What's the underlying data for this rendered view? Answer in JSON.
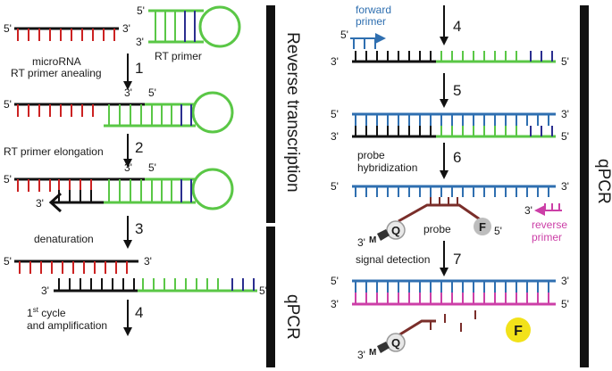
{
  "colors": {
    "red": "#cc2222",
    "black": "#111111",
    "green": "#5ac746",
    "blue": "#2f6fb0",
    "dark_blue": "#2b2e8f",
    "magenta": "#cc3fa7",
    "brown": "#7a2e2a",
    "yellow": "#f2e21a",
    "grey": "#bdbdbd"
  },
  "ends": {
    "five": "5'",
    "three": "3'"
  },
  "labels": {
    "microrna": "microRNA",
    "rt_primer": "RT primer",
    "rt_primer_annealing": "RT primer anealing",
    "rt_primer_elongation": "RT primer elongation",
    "denaturation": "denaturation",
    "first_cycle_sup": "st",
    "first_cycle_num": "1",
    "first_cycle_rest": " cycle",
    "and_amplification": "and amplification",
    "forward_primer_1": "forward",
    "forward_primer_2": "primer",
    "probe_hybridization_1": "probe",
    "probe_hybridization_2": "hybridization",
    "probe": "probe",
    "reverse_primer_1": "reverse",
    "reverse_primer_2": "primer",
    "signal_detection": "signal detection",
    "q": "Q",
    "f": "F",
    "m": "M"
  },
  "steps": [
    "1",
    "2",
    "3",
    "4",
    "4",
    "5",
    "6",
    "7"
  ],
  "section_titles": {
    "reverse_transcription": "Reverse transcription",
    "qpcr": "qPCR"
  }
}
